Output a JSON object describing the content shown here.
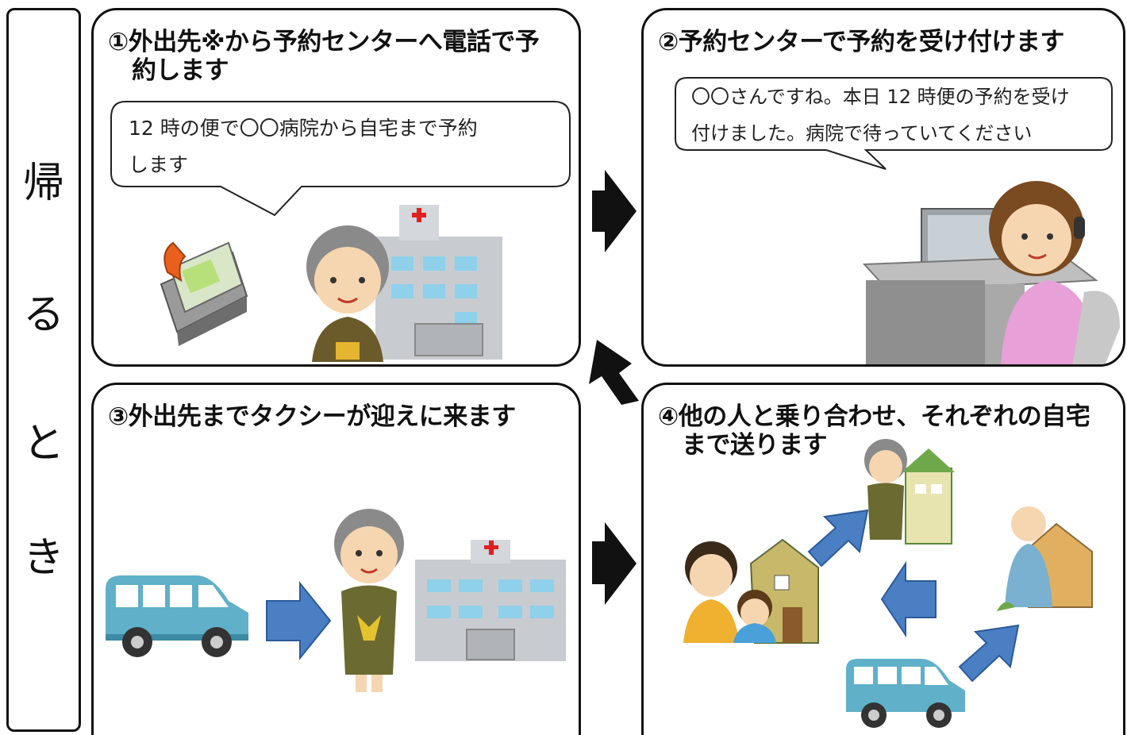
{
  "sidebar": {
    "chars": [
      "帰",
      "る",
      "と",
      "き"
    ]
  },
  "panels": [
    {
      "title_line1": "①外出先※から予約センターへ電話で予",
      "title_line2": "約します",
      "speech_line1": "12 時の便で〇〇病院から自宅まで予約",
      "speech_line2": "します"
    },
    {
      "title_line1": "②予約センターで予約を受け付けます",
      "speech_line1": "〇〇さんですね。本日 12 時便の予約を受け",
      "speech_line2": "付けました。病院で待っていてください"
    },
    {
      "title_line1": "③外出先までタクシーが迎えに来ます"
    },
    {
      "title_line1": "④他の人と乗り合わせ、それぞれの自宅",
      "title_line2": "まで送ります"
    }
  ],
  "colors": {
    "arrow_black": "#111111",
    "arrow_blue": "#4a7fc4",
    "taxi": "#5fb0c8",
    "hospital": "#c8ccd0",
    "hospital_cross": "#e02020",
    "phone": "#e8601c"
  }
}
